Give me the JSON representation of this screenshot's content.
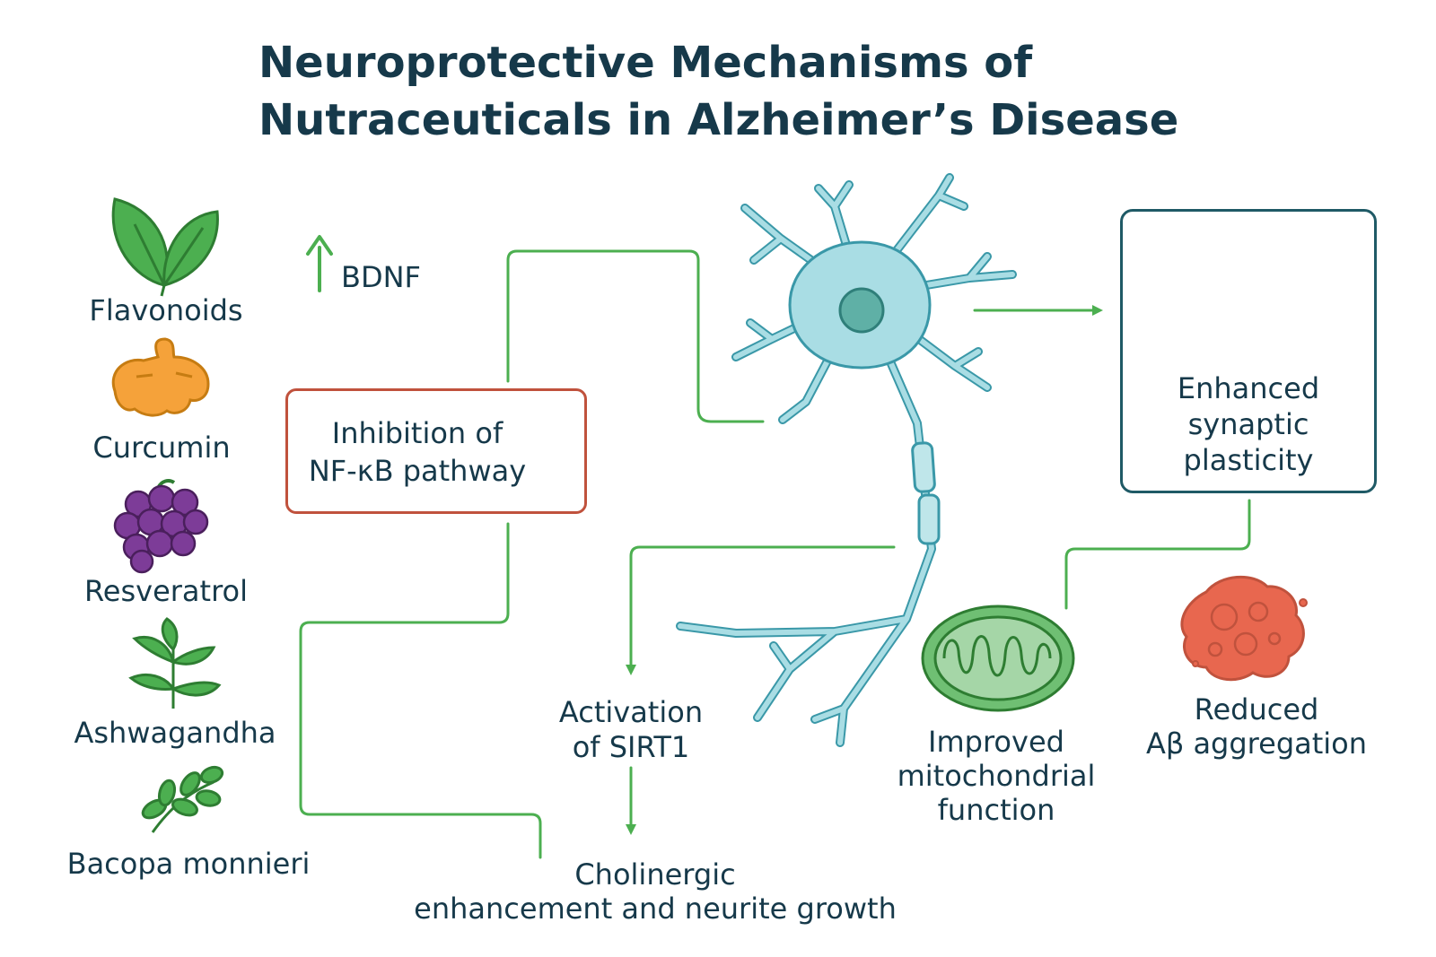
{
  "title": {
    "line1": "Neuroprotective Mechanisms of",
    "line2": "Nutraceuticals in Alzheimer’s Disease"
  },
  "nutraceuticals": [
    {
      "label": "Flavonoids",
      "icon": "leaves-icon"
    },
    {
      "label": "Curcumin",
      "icon": "turmeric-root-icon"
    },
    {
      "label": "Resveratrol",
      "icon": "grapes-icon"
    },
    {
      "label": "Ashwagandha",
      "icon": "herb-plant-icon"
    },
    {
      "label": "Bacopa monnieri",
      "icon": "bacopa-sprig-icon"
    }
  ],
  "mechanisms": {
    "bdnf": "BDNF",
    "nfkb": {
      "line1": "Inhibition of",
      "line2": "NF-κB pathway"
    },
    "synaptic": {
      "line1": "Enhanced",
      "line2": "synaptic",
      "line3": "plasticity"
    },
    "sirt1": {
      "line1": "Activation",
      "line2": "of SIRT1"
    },
    "cholinergic": {
      "line1": "Cholinergic",
      "line2": "enhancement and neurite growth"
    },
    "mitochondrial": {
      "line1": "Improved",
      "line2": "mitochondrial",
      "line3": "function"
    },
    "amyloid": {
      "line1": "Reduced",
      "line2": "Aβ aggregation"
    }
  },
  "colors": {
    "title": "#16394a",
    "connector": "#4caf50",
    "inhibition_box": "#c0523d",
    "synaptic_box": "#1f5a66",
    "neuron": "#a9dde4",
    "neuron_outline": "#3a98a8"
  }
}
